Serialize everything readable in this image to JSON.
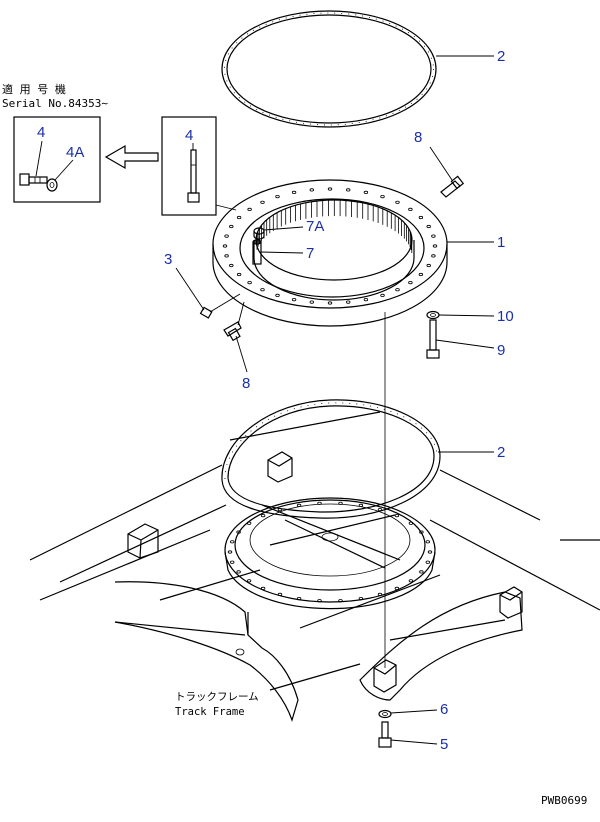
{
  "serial_note": {
    "line1": "適 用 号 機",
    "line2": "Serial No.84353∼"
  },
  "frame_label": {
    "jp": "トラックフレーム",
    "en": "Track Frame"
  },
  "drawing_code": "PWB0699",
  "callouts": {
    "gasket_top": "2",
    "gasket_bottom": "2",
    "bearing": "1",
    "plug": "3",
    "bolt_inset": "4",
    "bolt_inset_new": "4",
    "washer_inset_new": "4A",
    "bolt_9": "9",
    "washer_10": "10",
    "bolt_5": "5",
    "washer_6": "6",
    "pin_7": "7",
    "pin_7A": "7A",
    "grease_fitting_top": "8",
    "grease_fitting_bottom": "8"
  },
  "colors": {
    "callout": "#1a2fa8",
    "line": "#000000"
  }
}
